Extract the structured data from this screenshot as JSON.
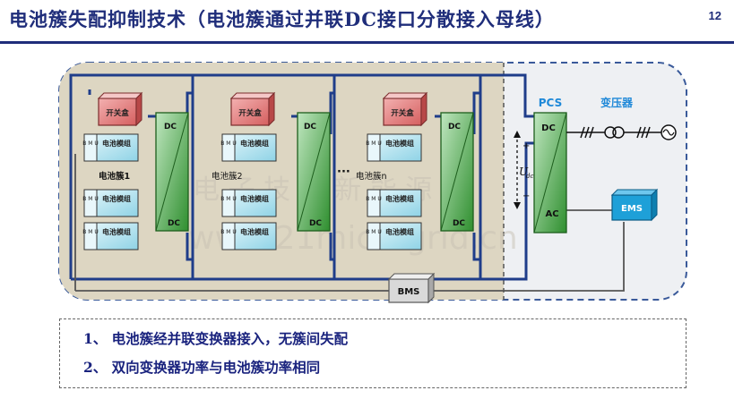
{
  "header": {
    "title": "电池簇失配抑制技术（电池簇通过并联DC接口分散接入母线）",
    "page_number": "12"
  },
  "diagram": {
    "switch_box_label": "开关盒",
    "bmu_label": "B M U",
    "battery_module_label": "电池模组",
    "dc_label": "DC",
    "ellipsis": "···",
    "clusters": [
      {
        "name": "电池簇1"
      },
      {
        "name": "电池簇2"
      },
      {
        "name": "电池簇n"
      }
    ],
    "pcs": {
      "title": "PCS",
      "top_label": "DC",
      "bottom_label": "AC"
    },
    "voltage_label": "U",
    "voltage_subscript": "dc",
    "transformer_label": "变压器",
    "ems_label": "EMS",
    "bms_label": "BMS",
    "watermark_line1": "电 子 技 术 新 能 源",
    "watermark_line2": "www.21microgrid.cn"
  },
  "notes": [
    "1、 电池簇经并联变换器接入，无簇间失配",
    "2、 双向变换器功率与电池簇功率相同"
  ],
  "colors": {
    "title": "#1f2d7a",
    "bus": "#1f3d8a",
    "switch_box": "#e07070",
    "module": "#bfe8f2",
    "converter": "#2e8b2e",
    "ems": "#1ea0d8",
    "region": "#ddd6c2"
  }
}
